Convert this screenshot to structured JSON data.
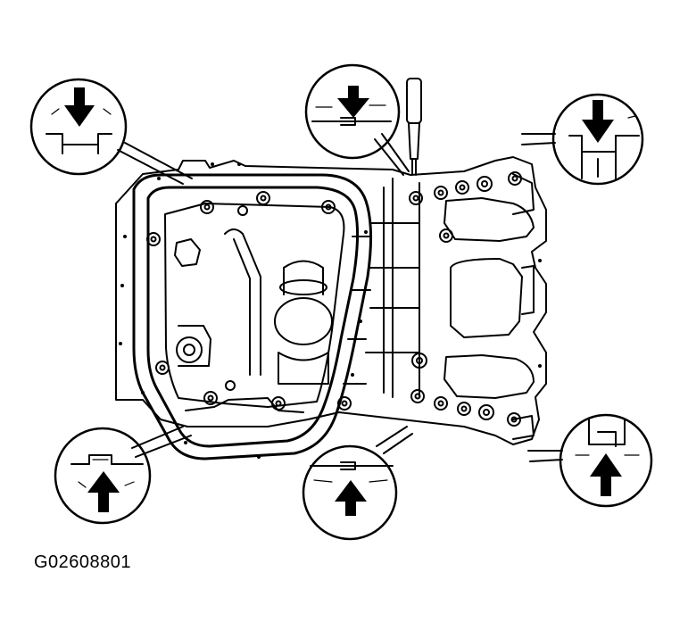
{
  "figure": {
    "code": "G02608801",
    "line_color": "#000000",
    "background_color": "#ffffff"
  },
  "callouts": [
    {
      "name": "callout-top-left",
      "arrow": "down"
    },
    {
      "name": "callout-top-center",
      "arrow": "down"
    },
    {
      "name": "callout-top-right",
      "arrow": "down"
    },
    {
      "name": "callout-bottom-left",
      "arrow": "up"
    },
    {
      "name": "callout-bottom-center",
      "arrow": "up"
    },
    {
      "name": "callout-bottom-right",
      "arrow": "up"
    }
  ]
}
